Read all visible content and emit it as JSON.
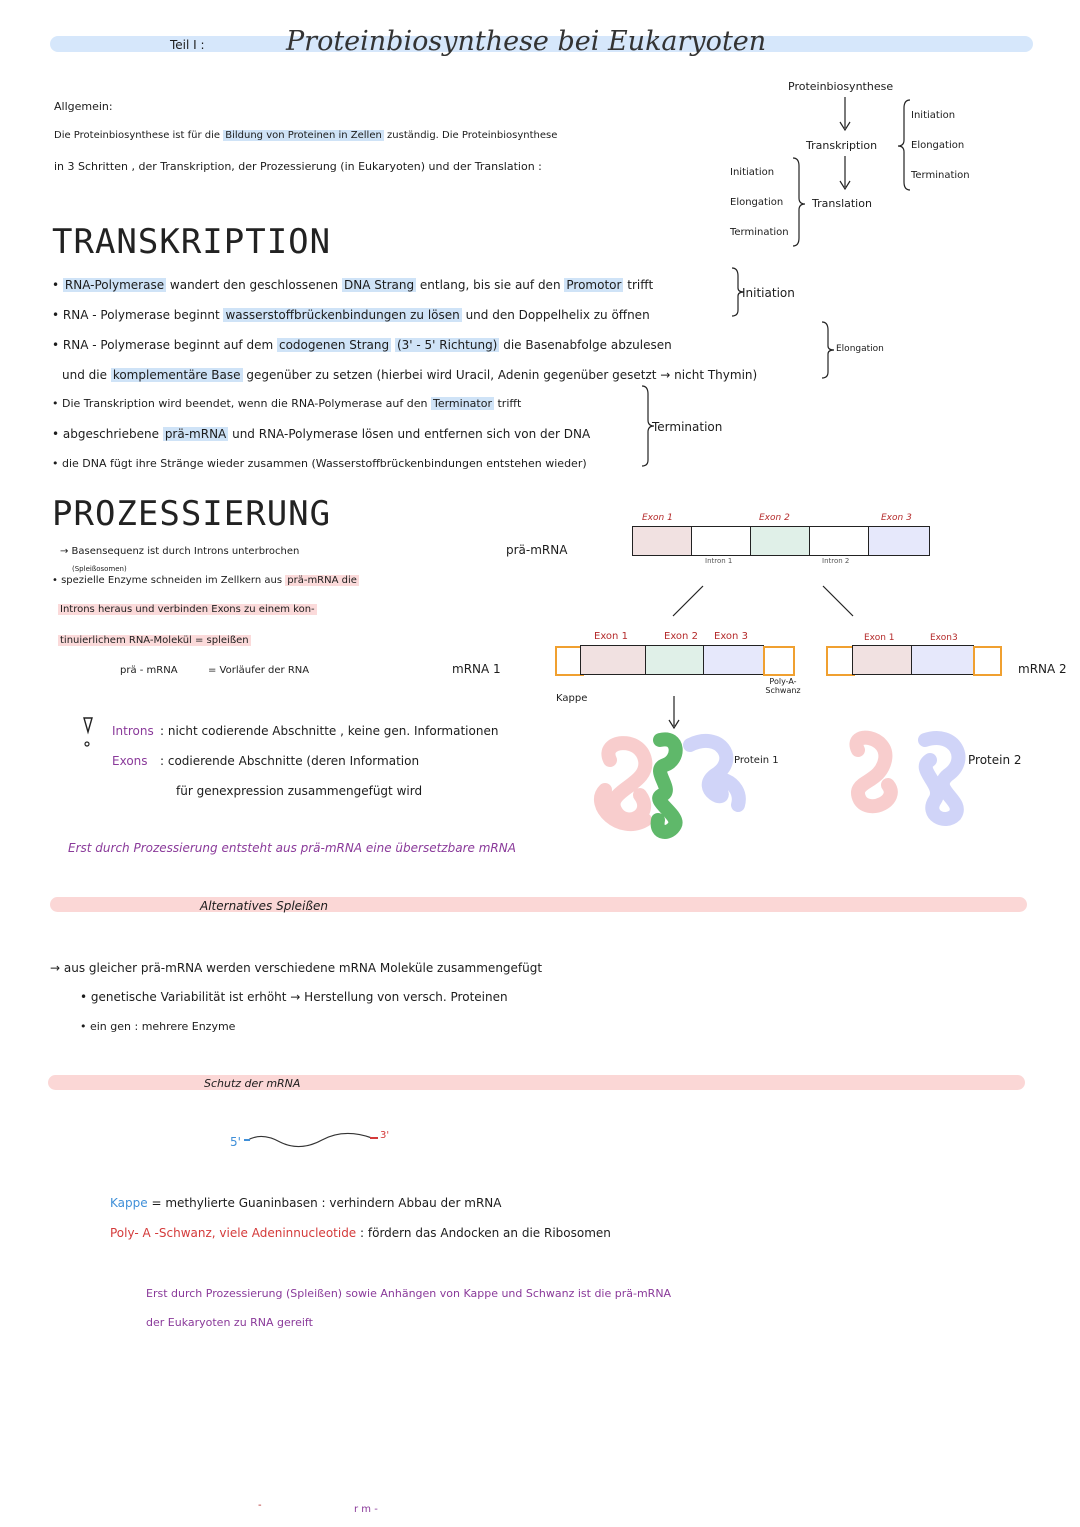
{
  "header": {
    "teil": "Teil I :",
    "title": "Proteinbiosynthese bei Eukaryoten"
  },
  "intro": {
    "label": "Allgemein:",
    "line1_a": "Die Proteinbiosynthese ist für die",
    "line1_hl": "Bildung von Proteinen in Zellen",
    "line1_b": "zuständig. Die Proteinbiosynthese",
    "line2": "in 3 Schritten , der Transkription, der Prozessierung (in Eukaryoten) und der Translation :"
  },
  "overview": {
    "top": "Proteinbiosynthese",
    "transkription": "Transkription",
    "translation": "Translation",
    "right_steps": [
      "Initiation",
      "Elongation",
      "Termination"
    ],
    "left_steps": [
      "Initiation",
      "Elongation",
      "Termination"
    ]
  },
  "transkription": {
    "heading": "TRANSKRIPTION",
    "l1": [
      "RNA-Polymerase",
      "wandert den geschlossenen",
      "DNA Strang",
      "entlang, bis sie auf den",
      "Promotor",
      "trifft"
    ],
    "l2": [
      "RNA - Polymerase beginnt",
      "wasserstoffbrückenbindungen zu lösen",
      "und den Doppelhelix zu öffnen"
    ],
    "l3": [
      "RNA - Polymerase beginnt auf dem",
      "codogenen Strang",
      "(3' - 5' Richtung)",
      "die Basenabfolge abzulesen"
    ],
    "l4": [
      "und die",
      "komplementäre Base",
      "gegenüber zu setzen (hierbei wird Uracil, Adenin gegenüber gesetzt → nicht Thymin)"
    ],
    "l5": [
      "Die Transkription wird beendet, wenn die RNA-Polymerase auf den",
      "Terminator",
      "trifft"
    ],
    "l6": [
      "abgeschriebene",
      "prä-mRNA",
      "und RNA-Polymerase lösen und entfernen sich von der DNA"
    ],
    "l7": "die DNA fügt ihre Stränge wieder zusammen (Wasserstoffbrückenbindungen entstehen wieder)",
    "br_initiation": "Initiation",
    "br_elongation": "Elongation",
    "br_termination": "Termination"
  },
  "prozessierung": {
    "heading": "PROZESSIERUNG",
    "p1": "→ Basensequenz ist durch Introns unterbrochen",
    "p1_small": "(Spleißosomen)",
    "p2_a": "spezielle Enzyme schneiden im Zellkern aus",
    "p2_hl": "prä-mRNA die",
    "p3": "Introns heraus und verbinden Exons zu einem kon-",
    "p4": "tinuierlichem RNA-Molekül = spleißen",
    "p5_a": "prä - mRNA",
    "p5_b": "=   Vorläufer der RNA",
    "intron_label": "Introns",
    "intron_text": ": nicht codierende Abschnitte , keine gen. Informationen",
    "exon_label": "Exons",
    "exon_text": ": codierende Abschnitte (deren Information",
    "exon_text2": "für genexpression zusammengefügt wird",
    "summary": "Erst durch Prozessierung entsteht aus prä-mRNA eine übersetzbare mRNA"
  },
  "diagram": {
    "pra_label": "prä-mRNA",
    "exons": [
      "Exon 1",
      "Exon 2",
      "Exon 3"
    ],
    "introns": [
      "Intron 1",
      "Intron 2"
    ],
    "mrna1_label": "mRNA 1",
    "mrna2_label": "mRNA 2",
    "mrna1_exons": [
      "Exon 1",
      "Exon 2",
      "Exon 3"
    ],
    "mrna2_exons": [
      "Exon 1",
      "Exon3"
    ],
    "kappe": "Kappe",
    "polya": "Poly-A-Schwanz",
    "protein1": "Protein 1",
    "protein2": "Protein 2",
    "colors": {
      "exon1": "#f1e1e1",
      "exon2": "#e0f0e8",
      "exon3": "#e6e8fb",
      "cap": "#f0a030",
      "protein_pink": "#f7c4c4",
      "protein_blue": "#c8cdf7",
      "protein_green": "#5fb86a"
    }
  },
  "alternativ": {
    "title": "Alternatives Spleißen",
    "a1": "→ aus gleicher prä-mRNA werden verschiedene mRNA Moleküle zusammengefügt",
    "a2": "• genetische Variabilität ist erhöht → Herstellung von versch. Proteinen",
    "a3": "• ein gen : mehrere Enzyme"
  },
  "schutz": {
    "title": "Schutz der mRNA",
    "five": "5'",
    "three": "3'",
    "kappe_label": "Kappe",
    "kappe_text": "= methylierte Guaninbasen : verhindern Abbau der mRNA",
    "polya_label": "Poly- A -Schwanz, viele Adeninnucleotide",
    "polya_text": ": fördern das Andocken an die Ribosomen",
    "final1": "Erst durch Prozessierung (Spleißen) sowie Anhängen von Kappe und Schwanz ist die prä-mRNA",
    "final2": "der Eukaryoten zu RNA gereift"
  },
  "footer": {
    "a": "-",
    "b": "r m -"
  }
}
